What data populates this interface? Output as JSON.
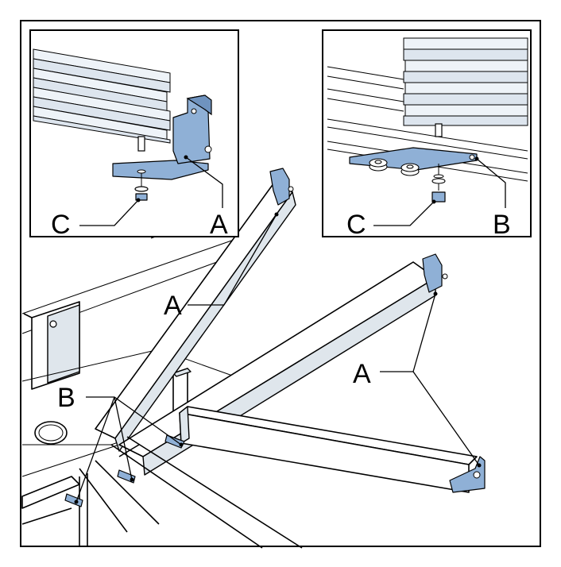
{
  "diagram": {
    "colors": {
      "bracket": "#8fb0d6",
      "bracket_dark": "#6f93bf",
      "rail": "#dde5ee",
      "outline": "#000000",
      "background": "#ffffff"
    },
    "labels": {
      "inset_left_c": "C",
      "inset_left_a": "A",
      "inset_right_c": "C",
      "inset_right_b": "B",
      "main_a_top": "A",
      "main_a_right": "A",
      "main_b_left": "B"
    }
  }
}
